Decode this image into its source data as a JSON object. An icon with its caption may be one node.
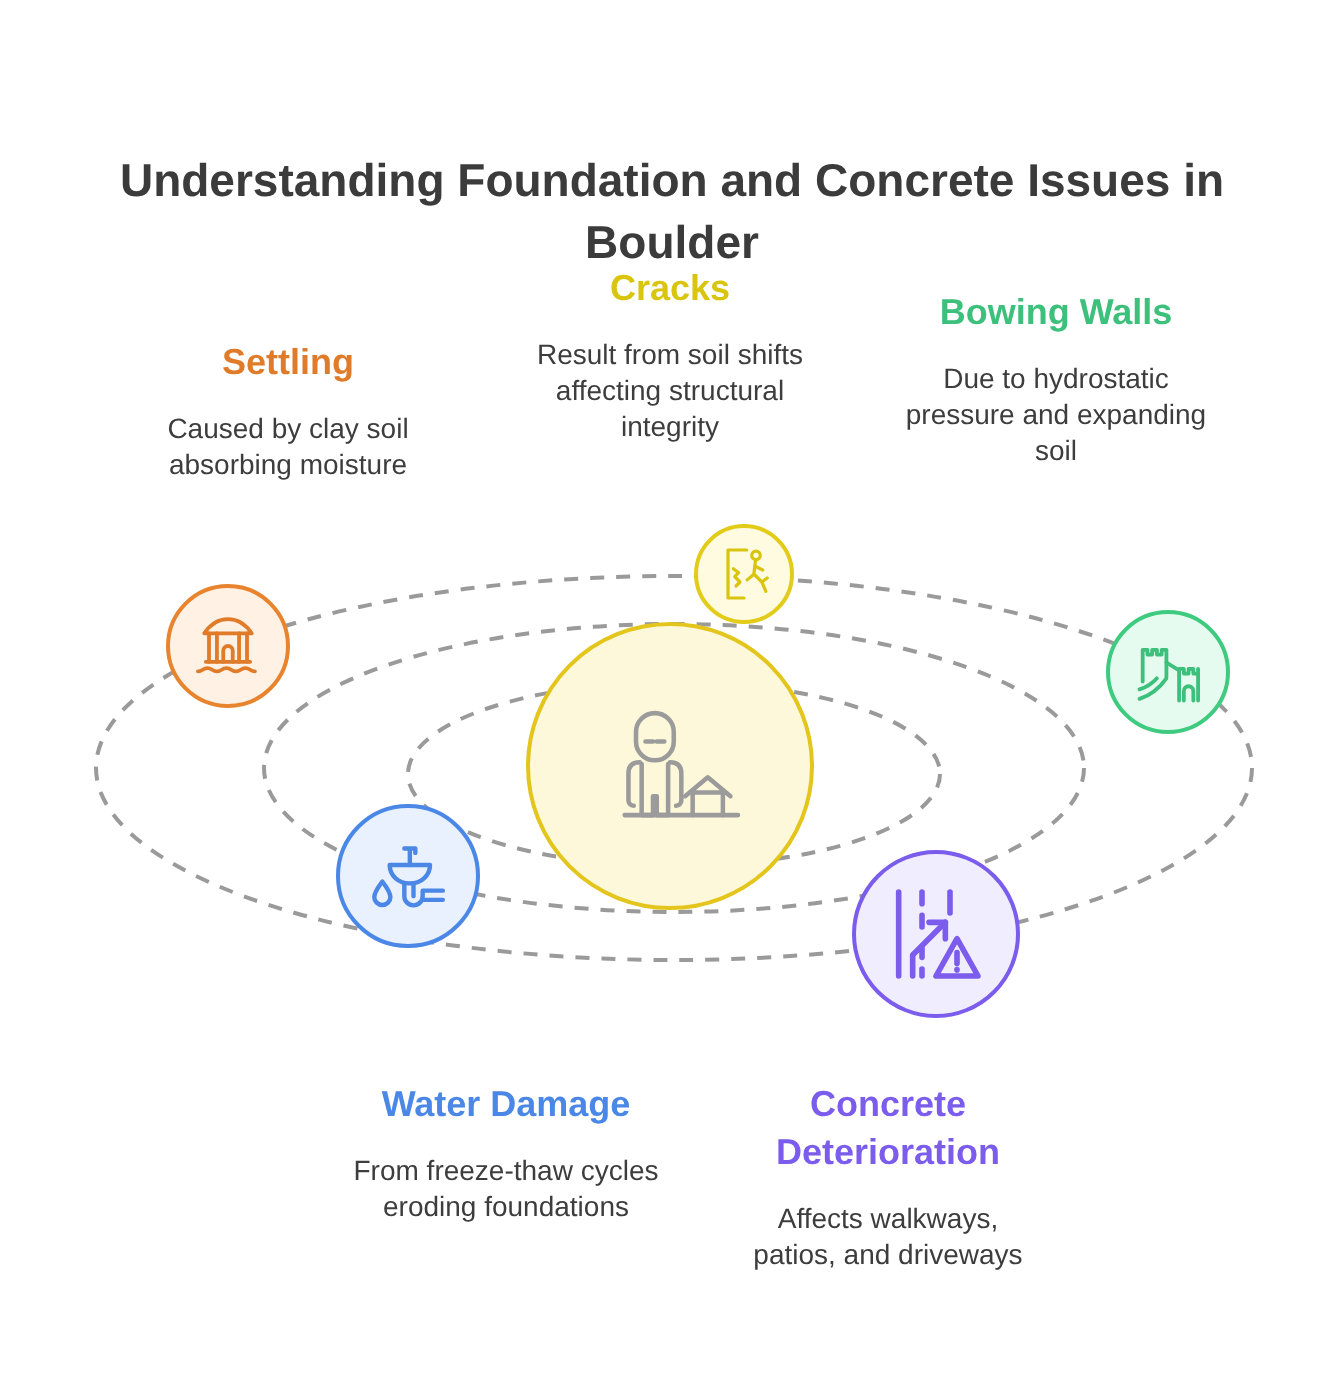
{
  "diagram": {
    "title": "Understanding Foundation and Concrete Issues in Boulder",
    "nodes": [
      {
        "text": [],
        "shape": "circle"
      },
      {
        "text": [],
        "shape": "circle",
        "beside": [
          "Settling",
          "Caused by clay soil absorbing moisture"
        ]
      },
      {
        "text": [],
        "shape": "circle",
        "beside": [
          "Cracks",
          "Result from soil shifts affecting structural integrity"
        ]
      },
      {
        "text": [],
        "shape": "circle",
        "beside": [
          "Bowing Walls",
          "Due to hydrostatic pressure and expanding soil"
        ]
      },
      {
        "text": [],
        "shape": "circle",
        "beside": [
          "Water Damage",
          "From freeze-thaw cycles eroding foundations"
        ]
      },
      {
        "text": [],
        "shape": "circle",
        "beside": [
          "Concrete Deterioration",
          "Affects walkways, patios, and driveways"
        ]
      }
    ]
  }
}
